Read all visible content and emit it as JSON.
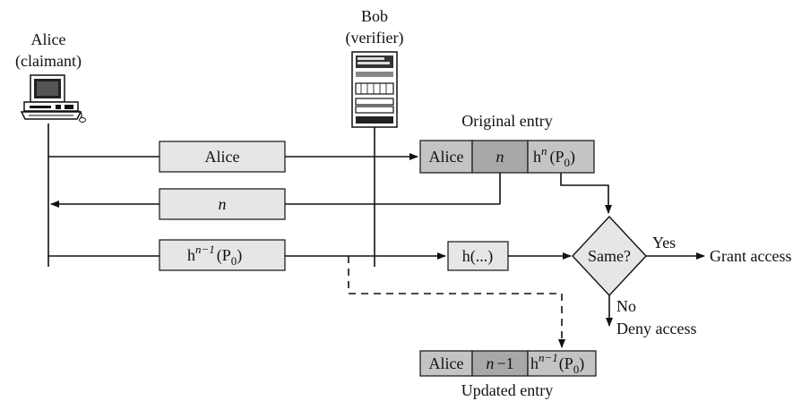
{
  "actors": {
    "alice": {
      "name": "Alice",
      "role": "(claimant)"
    },
    "bob": {
      "name": "Bob",
      "role": "(verifier)"
    }
  },
  "messages": {
    "m1": "Alice",
    "m2_n": "n",
    "m3_h": "h",
    "m3_exp": "n−1",
    "m3_arg": "(P",
    "m3_sub": "0",
    "m3_close": ")"
  },
  "original_entry": {
    "caption": "Original entry",
    "name": "Alice",
    "counter": "n",
    "hash_h": "h",
    "hash_exp": "n",
    "hash_arg": "(P",
    "hash_sub": "0",
    "hash_close": ")"
  },
  "hash_box": "h(...)",
  "decision": {
    "question": "Same?",
    "yes": "Yes",
    "no": "No",
    "grant": "Grant access",
    "deny": "Deny access"
  },
  "updated_entry": {
    "caption": "Updated entry",
    "name": "Alice",
    "counter_n": "n",
    "counter_rest": "−1",
    "hash_h": "h",
    "hash_exp": "n−1",
    "hash_arg": "(P",
    "hash_sub": "0",
    "hash_close": ")"
  },
  "icons": [
    "computer-icon",
    "server-icon"
  ]
}
